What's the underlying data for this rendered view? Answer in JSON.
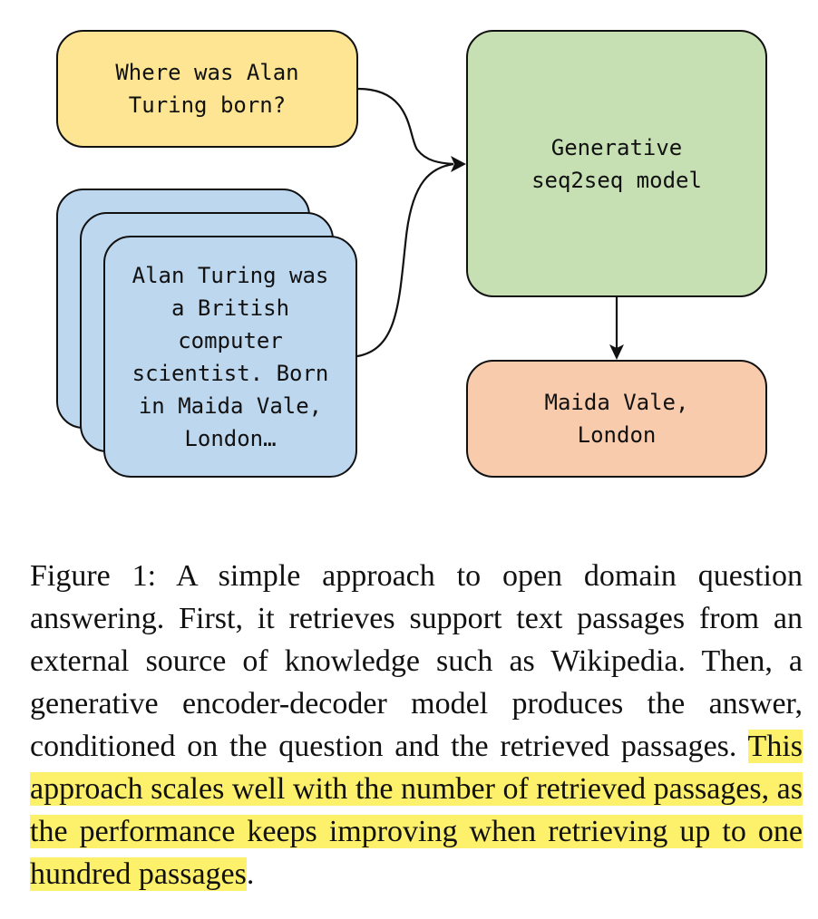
{
  "diagram": {
    "question": "Where was Alan Turing born?",
    "passage": "Alan Turing was a British computer scientist. Born in Maida Vale, London…",
    "model": "Generative seq2seq model",
    "answer": "Maida Vale, London",
    "colors": {
      "question_fill": "#fde594",
      "passage_fill": "#bdd7ef",
      "model_fill": "#c6e0b4",
      "answer_fill": "#f8cbad",
      "highlight": "#fdf06a"
    }
  },
  "caption": {
    "text": "Figure 1: A simple approach to open domain question answering. First, it retrieves support text passages from an external source of knowledge such as Wikipedia. Then, a generative encoder-decoder model produces the answer, conditioned on the question and the retrieved passages.",
    "highlighted": "This approach scales well with the number of retrieved passages, as the performance keeps improving when retrieving up to one hundred passages",
    "end": "."
  }
}
